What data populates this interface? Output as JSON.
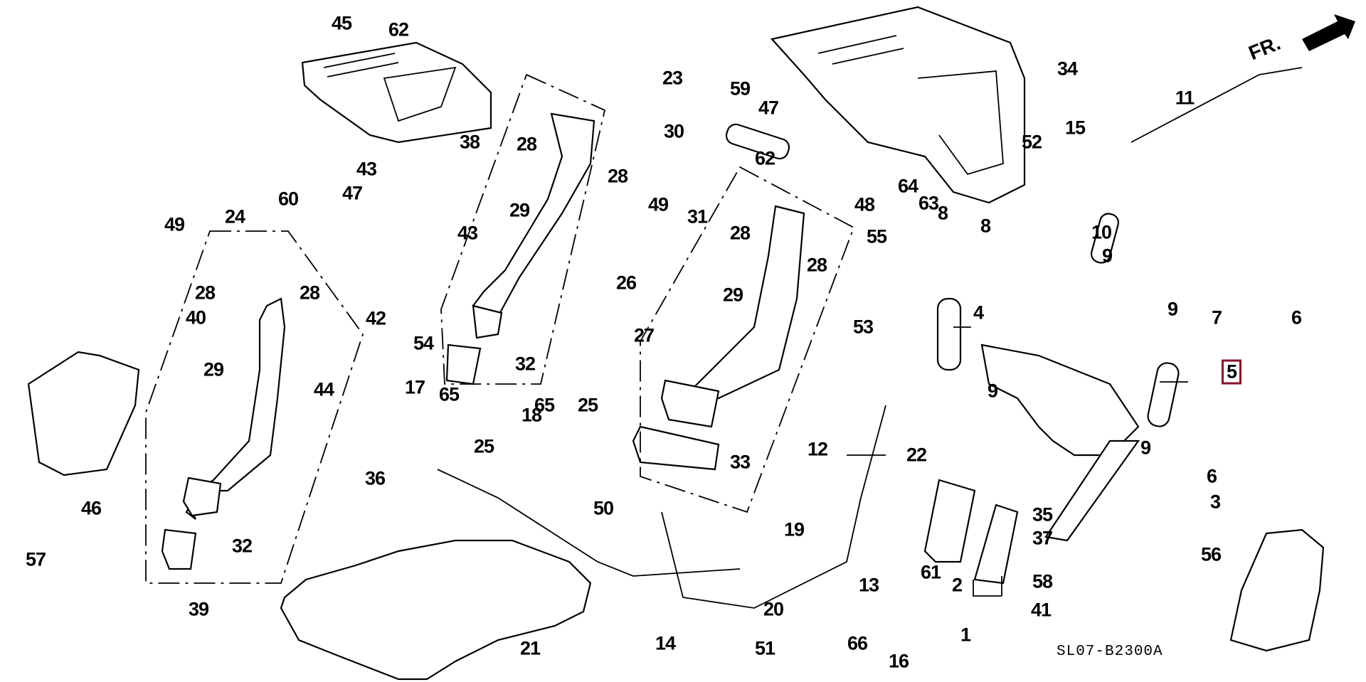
{
  "diagram": {
    "title_code": "SL07-B2300A",
    "direction_indicator": "FR.",
    "highlight_color": "#8b0f2e",
    "highlighted_callout": "5",
    "callouts": [
      {
        "id": "c45",
        "text": "45"
      },
      {
        "id": "c62a",
        "text": "62"
      },
      {
        "id": "c24",
        "text": "24"
      },
      {
        "id": "c60",
        "text": "60"
      },
      {
        "id": "c47a",
        "text": "47"
      },
      {
        "id": "c43a",
        "text": "43"
      },
      {
        "id": "c38",
        "text": "38"
      },
      {
        "id": "c43b",
        "text": "43"
      },
      {
        "id": "c49a",
        "text": "49"
      },
      {
        "id": "c28a",
        "text": "28"
      },
      {
        "id": "c28b",
        "text": "28"
      },
      {
        "id": "c40",
        "text": "40"
      },
      {
        "id": "c29a",
        "text": "29"
      },
      {
        "id": "c44",
        "text": "44"
      },
      {
        "id": "c42",
        "text": "42"
      },
      {
        "id": "c54",
        "text": "54"
      },
      {
        "id": "c46",
        "text": "46"
      },
      {
        "id": "c57",
        "text": "57"
      },
      {
        "id": "c32a",
        "text": "32"
      },
      {
        "id": "c39",
        "text": "39"
      },
      {
        "id": "c28c",
        "text": "28"
      },
      {
        "id": "c28d",
        "text": "28"
      },
      {
        "id": "c29b",
        "text": "29"
      },
      {
        "id": "c26",
        "text": "26"
      },
      {
        "id": "c32b",
        "text": "32"
      },
      {
        "id": "c17",
        "text": "17"
      },
      {
        "id": "c65a",
        "text": "65"
      },
      {
        "id": "c25a",
        "text": "25"
      },
      {
        "id": "c36",
        "text": "36"
      },
      {
        "id": "c18",
        "text": "18"
      },
      {
        "id": "c65b",
        "text": "65"
      },
      {
        "id": "c25b",
        "text": "25"
      },
      {
        "id": "c50",
        "text": "50"
      },
      {
        "id": "c23",
        "text": "23"
      },
      {
        "id": "c59",
        "text": "59"
      },
      {
        "id": "c47b",
        "text": "47"
      },
      {
        "id": "c30",
        "text": "30"
      },
      {
        "id": "c62b",
        "text": "62"
      },
      {
        "id": "c49b",
        "text": "49"
      },
      {
        "id": "c31",
        "text": "31"
      },
      {
        "id": "c28e",
        "text": "28"
      },
      {
        "id": "c28f",
        "text": "28"
      },
      {
        "id": "c29c",
        "text": "29"
      },
      {
        "id": "c27",
        "text": "27"
      },
      {
        "id": "c33",
        "text": "33"
      },
      {
        "id": "c34",
        "text": "34"
      },
      {
        "id": "c48",
        "text": "48"
      },
      {
        "id": "c64",
        "text": "64"
      },
      {
        "id": "c63",
        "text": "63"
      },
      {
        "id": "c8a",
        "text": "8"
      },
      {
        "id": "c8b",
        "text": "8"
      },
      {
        "id": "c55",
        "text": "55"
      },
      {
        "id": "c53",
        "text": "53"
      },
      {
        "id": "c4",
        "text": "4"
      },
      {
        "id": "c9a",
        "text": "9"
      },
      {
        "id": "c12",
        "text": "12"
      },
      {
        "id": "c22",
        "text": "22"
      },
      {
        "id": "c19",
        "text": "19"
      },
      {
        "id": "c13",
        "text": "13"
      },
      {
        "id": "c61",
        "text": "61"
      },
      {
        "id": "c20",
        "text": "20"
      },
      {
        "id": "c66",
        "text": "66"
      },
      {
        "id": "c16",
        "text": "16"
      },
      {
        "id": "c21",
        "text": "21"
      },
      {
        "id": "c14",
        "text": "14"
      },
      {
        "id": "c51",
        "text": "51"
      },
      {
        "id": "c11",
        "text": "11"
      },
      {
        "id": "c15",
        "text": "15"
      },
      {
        "id": "c52",
        "text": "52"
      },
      {
        "id": "c10",
        "text": "10"
      },
      {
        "id": "c9b",
        "text": "9"
      },
      {
        "id": "c9c",
        "text": "9"
      },
      {
        "id": "c7",
        "text": "7"
      },
      {
        "id": "c6a",
        "text": "6"
      },
      {
        "id": "c5",
        "text": "5"
      },
      {
        "id": "c9d",
        "text": "9"
      },
      {
        "id": "c6b",
        "text": "6"
      },
      {
        "id": "c2",
        "text": "2"
      },
      {
        "id": "c1",
        "text": "1"
      },
      {
        "id": "c35",
        "text": "35"
      },
      {
        "id": "c37",
        "text": "37"
      },
      {
        "id": "c58",
        "text": "58"
      },
      {
        "id": "c41",
        "text": "41"
      },
      {
        "id": "c3",
        "text": "3"
      },
      {
        "id": "c56",
        "text": "56"
      }
    ]
  }
}
